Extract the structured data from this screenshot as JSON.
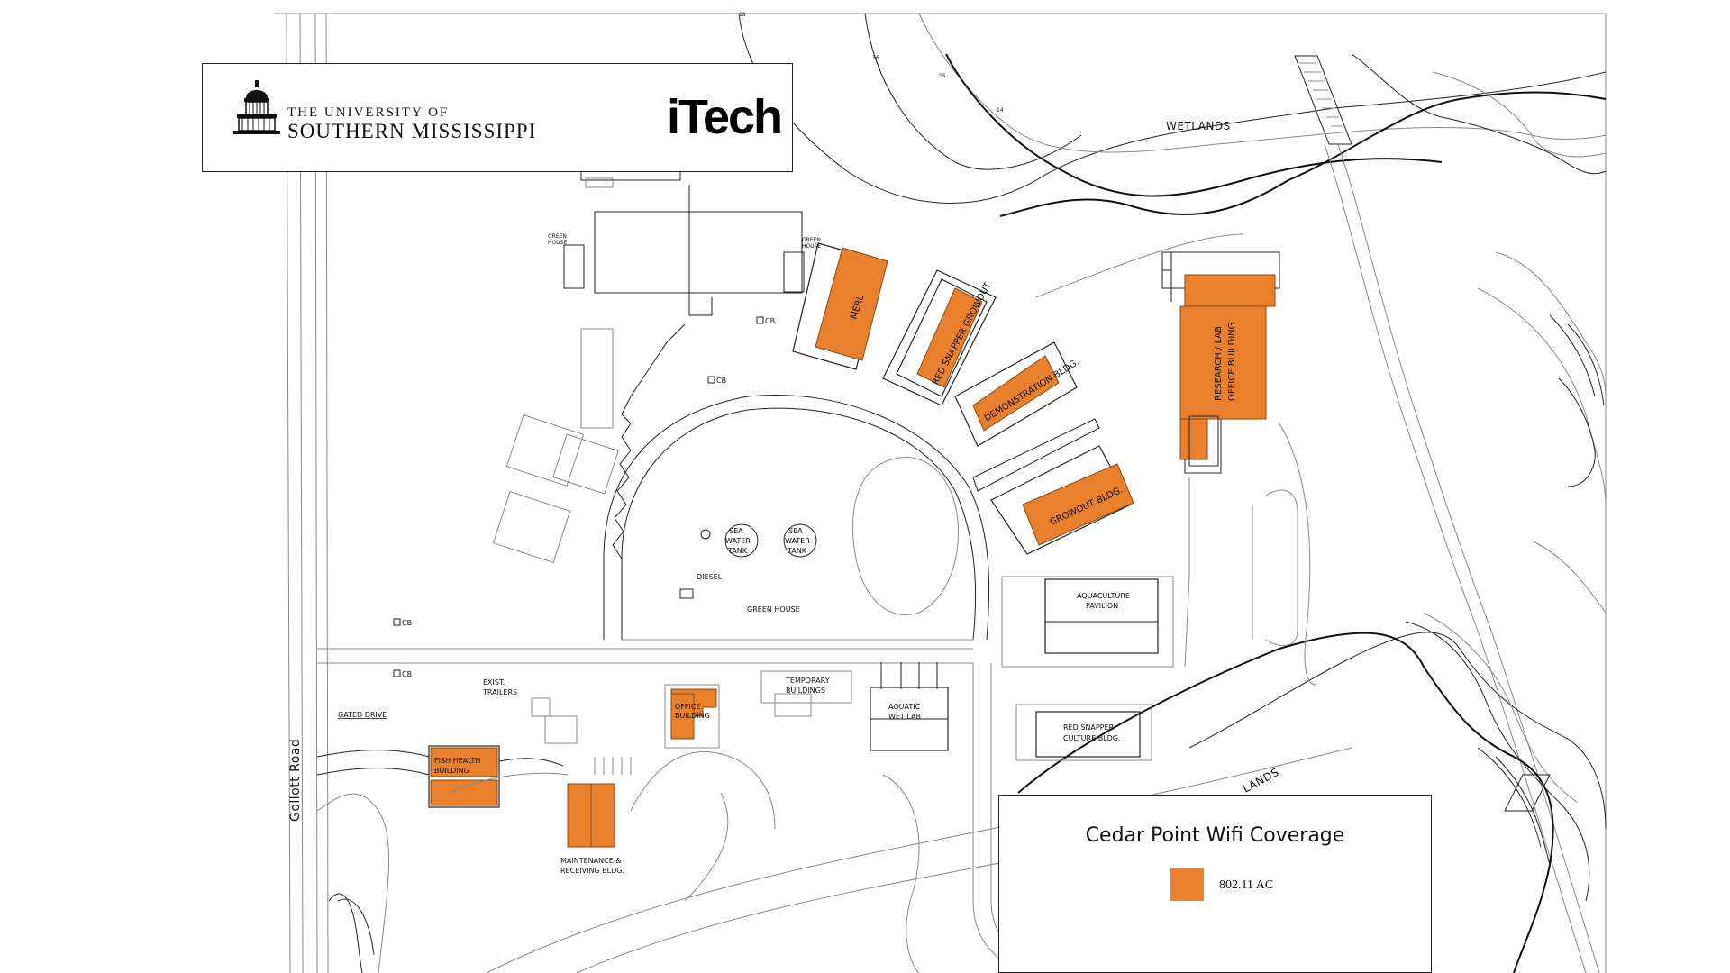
{
  "header": {
    "university_line1": "THE UNIVERSITY OF",
    "university_line2": "SOUTHERN MISSISSIPPI",
    "brand": "iTech"
  },
  "legend": {
    "title": "Cedar Point Wifi Coverage",
    "entry_label": "802.11 AC",
    "coverage_color": "#e8802e"
  },
  "map_labels": {
    "wetlands_top": "WETLANDS",
    "wetlands_bottom": "LANDS",
    "gollott_road": "Gollott Road",
    "gated_drive": "GATED DRIVE",
    "greenhouse_left_1": "GREEN",
    "greenhouse_left_2": "HOUSE",
    "greenhouse_right_1": "GREEN",
    "greenhouse_right_2": "HOUSE",
    "merl": "MERL",
    "red_snapper_growout": "RED SNAPPER GROWOUT",
    "demonstration_bldg": "DEMONSTRATION BLDG.",
    "growout_bldg": "GROWOUT BLDG.",
    "research_lab_1": "RESEARCH / LAB",
    "research_lab_2": "OFFICE BUILDING",
    "sea_water_tank_1a": "SEA",
    "sea_water_tank_1b": "WATER",
    "sea_water_tank_1c": "TANK",
    "sea_water_tank_2a": "SEA",
    "sea_water_tank_2b": "WATER",
    "sea_water_tank_2c": "TANK",
    "diesel": "DIESEL",
    "green_house_center": "GREEN HOUSE",
    "aquaculture_1": "AQUACULTURE",
    "aquaculture_2": "PAVILION",
    "red_snapper_culture_1": "RED SNAPPER",
    "red_snapper_culture_2": "CULTURE BLDG.",
    "exist_trailers_1": "EXIST.",
    "exist_trailers_2": "TRAILERS",
    "office_building_1": "OFFICE",
    "office_building_2": "BUILDING",
    "temporary_buildings_1": "TEMPORARY",
    "temporary_buildings_2": "BUILDINGS",
    "aquatic_wet_lab_1": "AQUATIC",
    "aquatic_wet_lab_2": "WET LAB",
    "fish_health_1": "FISH HEALTH",
    "fish_health_2": "BUILDING",
    "maintenance_1": "MAINTENANCE &",
    "maintenance_2": "RECEIVING BLDG.",
    "cb_1": "CB",
    "cb_2": "CB",
    "cb_3": "CB",
    "cb_4": "CB",
    "contour_18": "18",
    "contour_16": "16",
    "contour_15": "15",
    "contour_14": "14"
  }
}
